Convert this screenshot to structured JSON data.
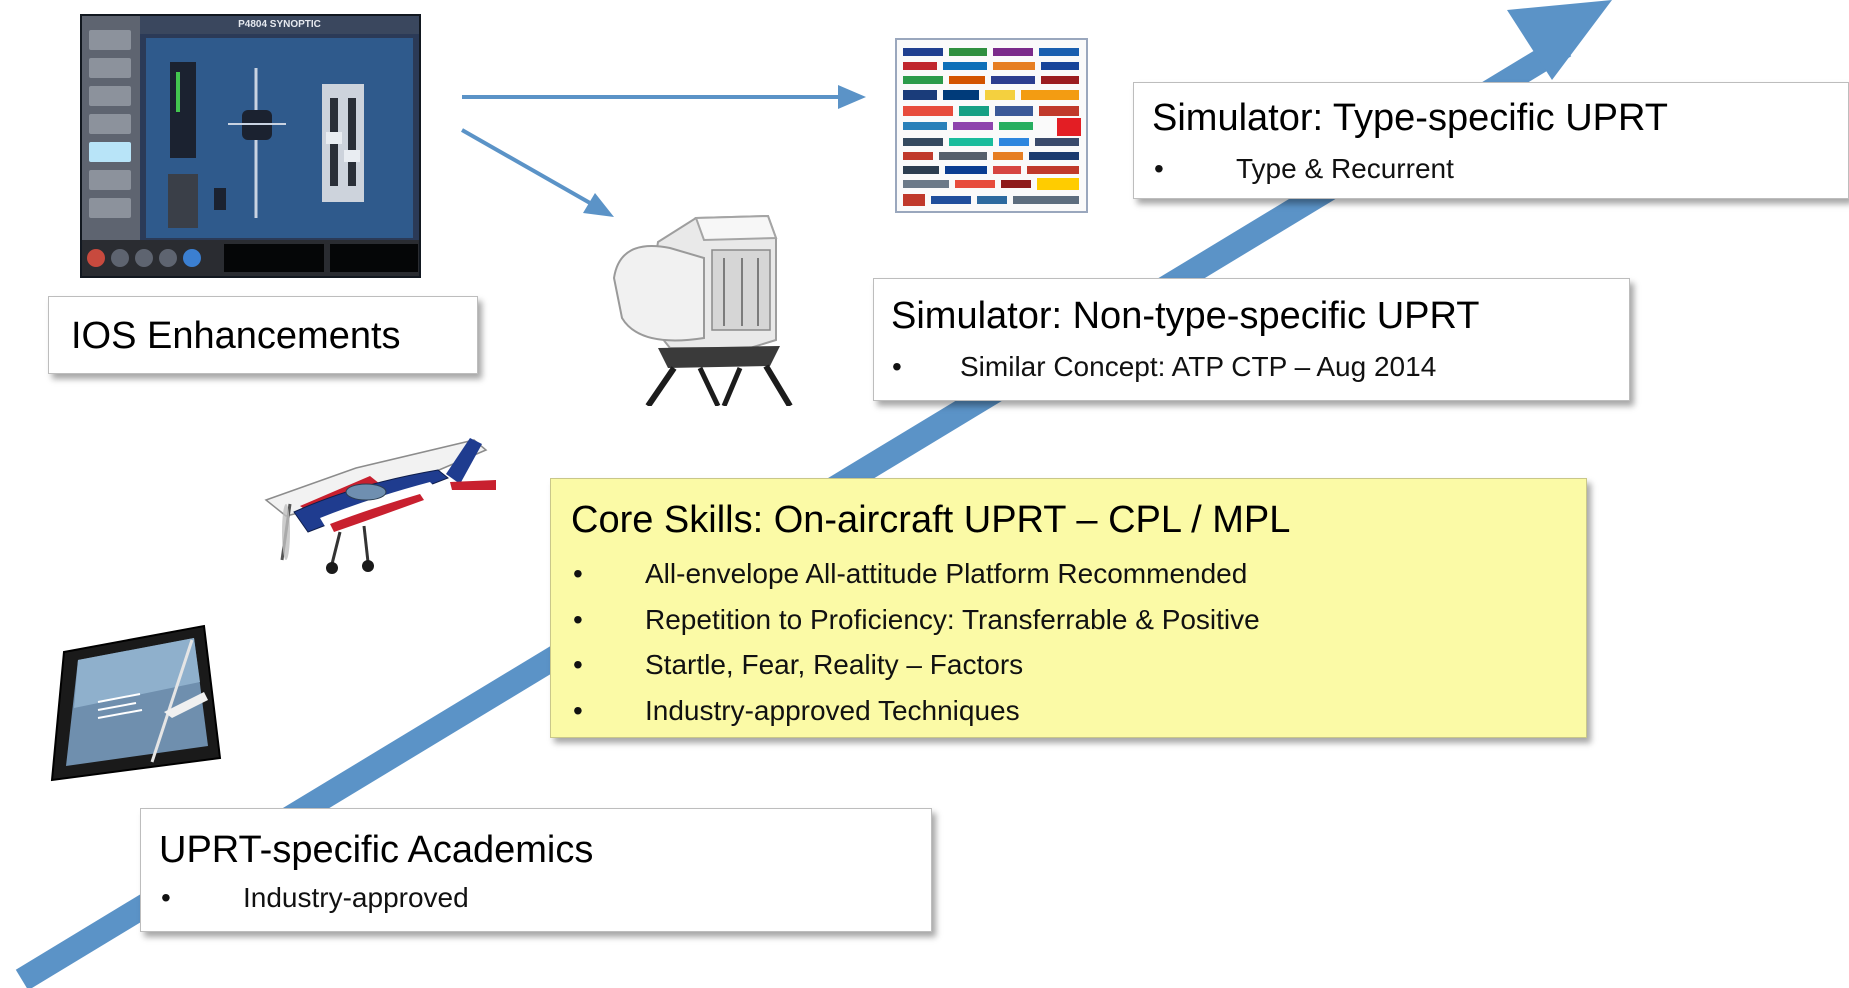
{
  "levels": {
    "type_specific": {
      "heading": "Simulator: Type-specific UPRT",
      "bullets": [
        "Type & Recurrent"
      ]
    },
    "non_type_specific": {
      "heading": "Simulator: Non-type-specific UPRT",
      "bullets": [
        "Similar Concept: ATP CTP – Aug 2014"
      ]
    },
    "core_skills": {
      "heading": "Core Skills: On-aircraft UPRT – CPL / MPL",
      "bullets": [
        "All-envelope All-attitude Platform Recommended",
        "Repetition to Proficiency: Transferrable & Positive",
        "Startle, Fear, Reality – Factors",
        "Industry-approved Techniques"
      ]
    },
    "academics": {
      "heading": "UPRT-specific Academics",
      "bullets": [
        "Industry-approved"
      ]
    }
  },
  "ios": {
    "label": "IOS Enhancements",
    "screen_title": "P4804 SYNOPTIC"
  },
  "colors": {
    "arrow": "#5b93c7",
    "core_box_fill": "#fbfaa6",
    "box_border": "#bdbdbd"
  },
  "icons": {
    "synoptic": "ios-synoptic-screen-image",
    "logos": "airline-logos-collage-image",
    "simulator": "flight-simulator-image",
    "aircraft": "aerobatic-aircraft-image",
    "tablet": "tablet-academics-image"
  }
}
